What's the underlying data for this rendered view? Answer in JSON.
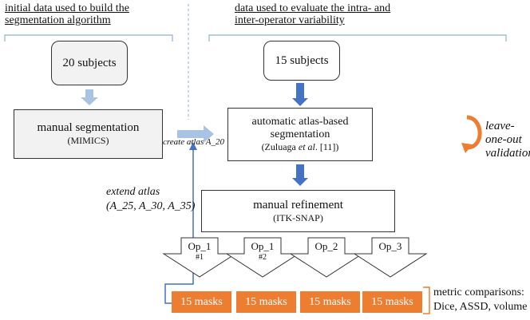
{
  "header_left": {
    "line1": "initial data used to build the",
    "line2": "segmentation algorithm"
  },
  "header_right": {
    "line1": "data used to evaluate the intra- and",
    "line2": "inter-operator variability"
  },
  "boxes": {
    "subjects_left": "20 subjects",
    "subjects_right": "15 subjects",
    "manual_seg": {
      "line1": "manual segmentation",
      "line2": "(MIMICS)"
    },
    "auto_seg": {
      "line1": "automatic atlas-based",
      "line2": "segmentation",
      "line3_pre": "(Zuluaga ",
      "line3_it": "et al",
      "line3_post": ". [11])"
    },
    "manual_ref": {
      "line1": "manual refinement",
      "line2": "(ITK-SNAP)"
    }
  },
  "annotations": {
    "create_atlas": "create atlas A_20",
    "extend_atlas": {
      "line1": "extend atlas",
      "line2": "(A_25, A_30, A_35)"
    },
    "loo": {
      "line1": "leave-one-out",
      "line2": "validation"
    }
  },
  "operators": [
    {
      "name": "Op_1",
      "sub": "#1"
    },
    {
      "name": "Op_1",
      "sub": "#2"
    },
    {
      "name": "Op_2",
      "sub": ""
    },
    {
      "name": "Op_3",
      "sub": ""
    }
  ],
  "masks": [
    "15 masks",
    "15 masks",
    "15 masks",
    "15 masks"
  ],
  "metrics": {
    "line1": "metric comparisons:",
    "line2": "Dice, ASSD, volume"
  },
  "colors": {
    "orange": "#ed7d31",
    "blue_dark": "#4472c4",
    "blue_light": "#a9c3e4",
    "bracket_blue": "#8fb0d6"
  }
}
